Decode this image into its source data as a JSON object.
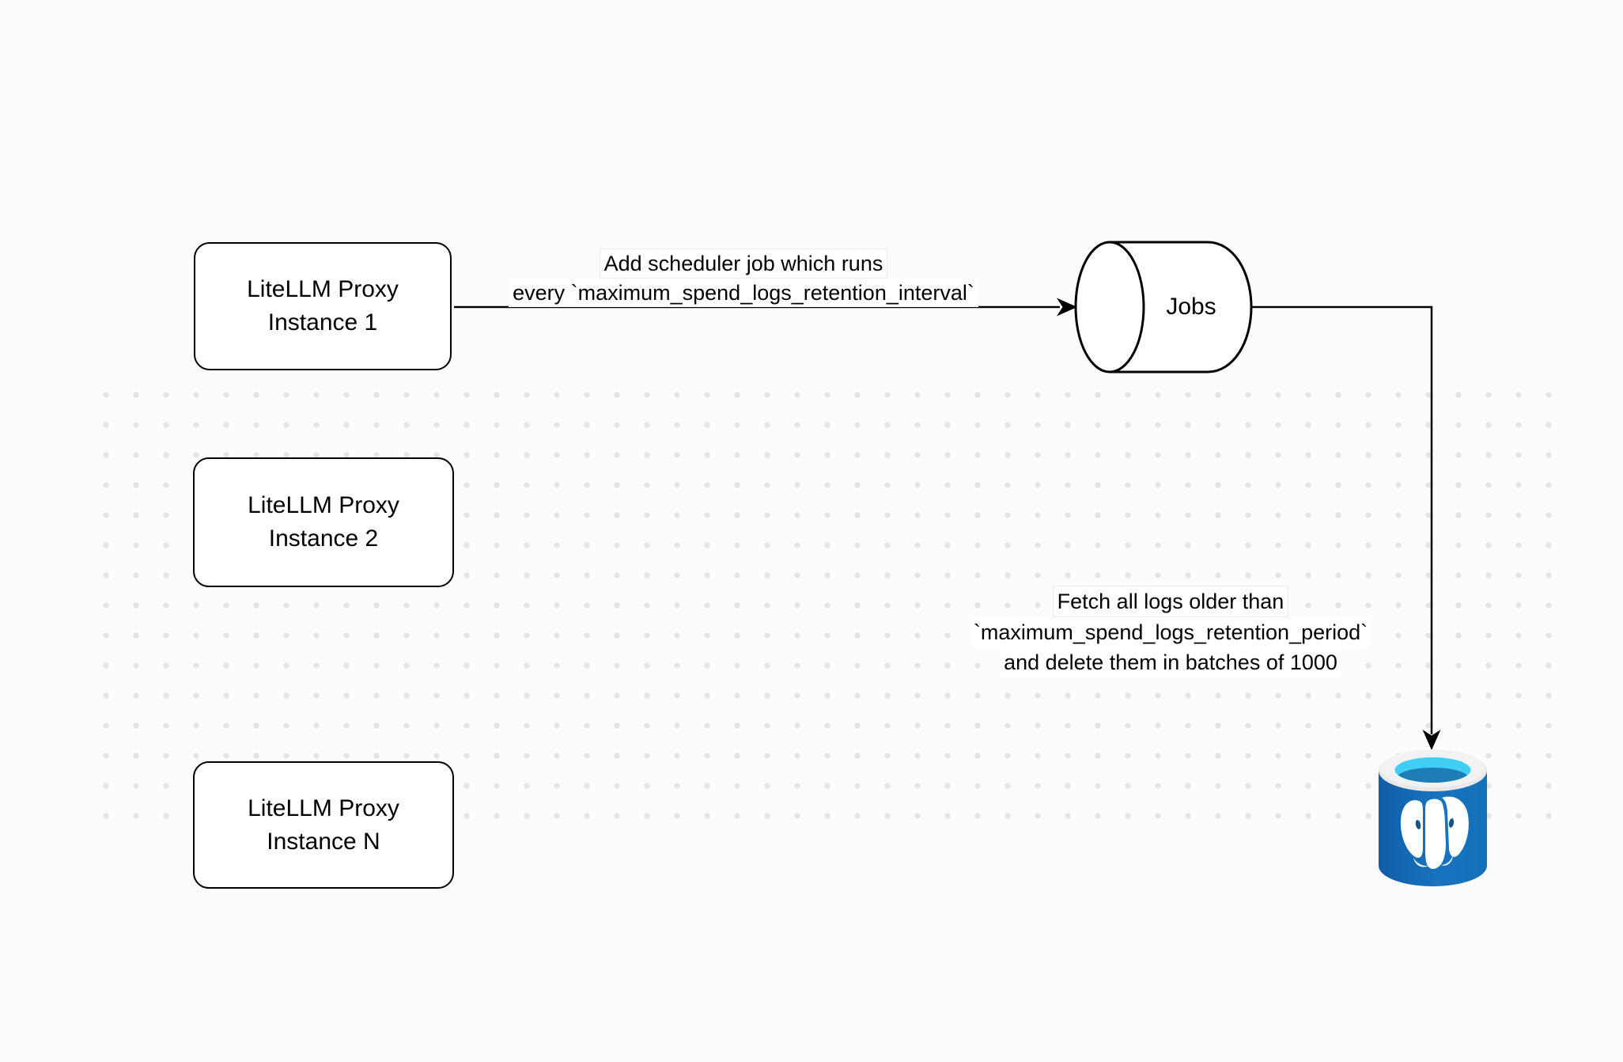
{
  "page": {
    "background_color": "#fcfcfc",
    "dot_color": "#e4e4e4"
  },
  "nodes": {
    "instance1": {
      "label_line1": "LiteLLM Proxy",
      "label_line2": "Instance 1"
    },
    "instance2": {
      "label_line1": "LiteLLM Proxy",
      "label_line2": "Instance 2"
    },
    "instance_n": {
      "label_line1": "LiteLLM Proxy",
      "label_line2": "Instance N"
    },
    "jobs_queue": {
      "label": "Jobs"
    },
    "postgres": {
      "icon": "postgresql-database-icon"
    }
  },
  "edges": {
    "scheduler": {
      "line1": "Add scheduler job which runs",
      "line2": "every `maximum_spend_logs_retention_interval`"
    },
    "fetch_delete": {
      "line1": "Fetch all logs older than",
      "line2": "`maximum_spend_logs_retention_period`",
      "line3": "and delete them in batches of 1000"
    }
  },
  "colors": {
    "node_fill": "#ffffff",
    "node_border": "#000000",
    "connector": "#000000",
    "postgres_body": "#1470b8",
    "postgres_body_dark": "#0e5ea6",
    "postgres_rim": "#e8e8e8",
    "postgres_opening": "#40cff4",
    "postgres_opening_shadow": "#1e7db5",
    "postgres_elephant": "#ffffff"
  }
}
